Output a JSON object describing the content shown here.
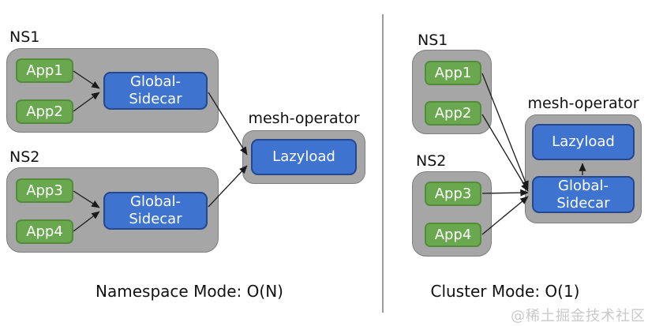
{
  "diagram": {
    "left": {
      "caption": "Namespace Mode: O(N)",
      "ns1": {
        "label": "NS1",
        "apps": [
          "App1",
          "App2"
        ],
        "sidecar": "Global-\nSidecar"
      },
      "ns2": {
        "label": "NS2",
        "apps": [
          "App3",
          "App4"
        ],
        "sidecar": "Global-\nSidecar"
      },
      "operator": {
        "label": "mesh-operator",
        "lazyload": "Lazyload"
      },
      "edges": [
        "App1 -> Global-Sidecar (NS1)",
        "App2 -> Global-Sidecar (NS1)",
        "App3 -> Global-Sidecar (NS2)",
        "App4 -> Global-Sidecar (NS2)",
        "Global-Sidecar (NS1) -> Lazyload",
        "Global-Sidecar (NS2) -> Lazyload"
      ]
    },
    "right": {
      "caption": "Cluster Mode: O(1)",
      "ns1": {
        "label": "NS1",
        "apps": [
          "App1",
          "App2"
        ]
      },
      "ns2": {
        "label": "NS2",
        "apps": [
          "App3",
          "App4"
        ]
      },
      "operator": {
        "label": "mesh-operator",
        "lazyload": "Lazyload",
        "sidecar": "Global-\nSidecar"
      },
      "edges": [
        "App1 -> Global-Sidecar",
        "App2 -> Global-Sidecar",
        "App3 -> Global-Sidecar",
        "App4 -> Global-Sidecar",
        "Global-Sidecar -> Lazyload"
      ]
    },
    "watermark": "@稀土掘金技术社区",
    "colors": {
      "app_green": "#6aa84f",
      "app_green_border": "#538c3a",
      "box_blue": "#3e73cf",
      "box_blue_border": "#24478f",
      "container_gray": "#a6a6a6",
      "container_gray_border": "#7e7e7e",
      "arrow_black": "#1a1a1a",
      "watermark_gray": "#c9c9c9"
    }
  }
}
